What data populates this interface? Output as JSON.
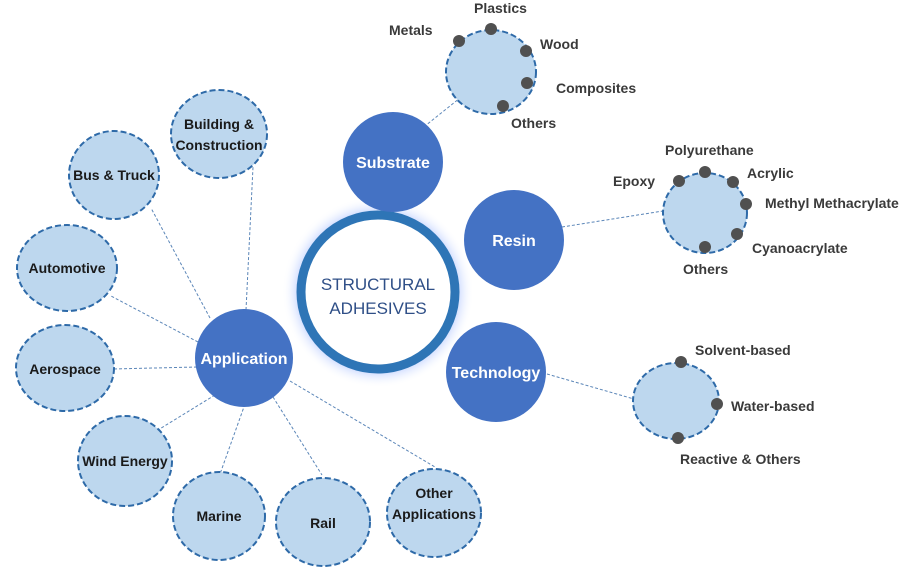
{
  "colors": {
    "category_fill": "#4472c4",
    "leaf_fill": "#bdd7ee",
    "leaf_stroke": "#2e6aa8",
    "center_ring": "#2e75b6",
    "center_glow": "#8fb0ff",
    "dot_fill": "#505050",
    "connector": "#5b86b8",
    "center_text": "#2f4f87"
  },
  "center": {
    "line1": "STRUCTURAL",
    "line2": "ADHESIVES"
  },
  "categories": {
    "substrate": "Substrate",
    "resin": "Resin",
    "technology": "Technology",
    "application": "Application"
  },
  "substrate_items": [
    "Metals",
    "Plastics",
    "Wood",
    "Composites",
    "Others"
  ],
  "resin_items": [
    "Epoxy",
    "Polyurethane",
    "Acrylic",
    "Methyl Methacrylate",
    "Cyanoacrylate",
    "Others"
  ],
  "technology_items": [
    "Solvent-based",
    "Water-based",
    "Reactive & Others"
  ],
  "application_items": [
    {
      "line1": "Building &",
      "line2": "Construction"
    },
    {
      "line1": "Bus & Truck",
      "line2": ""
    },
    {
      "line1": "Automotive",
      "line2": ""
    },
    {
      "line1": "Aerospace",
      "line2": ""
    },
    {
      "line1": "Wind Energy",
      "line2": ""
    },
    {
      "line1": "Marine",
      "line2": ""
    },
    {
      "line1": "Rail",
      "line2": ""
    },
    {
      "line1": "Other",
      "line2": "Applications"
    }
  ]
}
